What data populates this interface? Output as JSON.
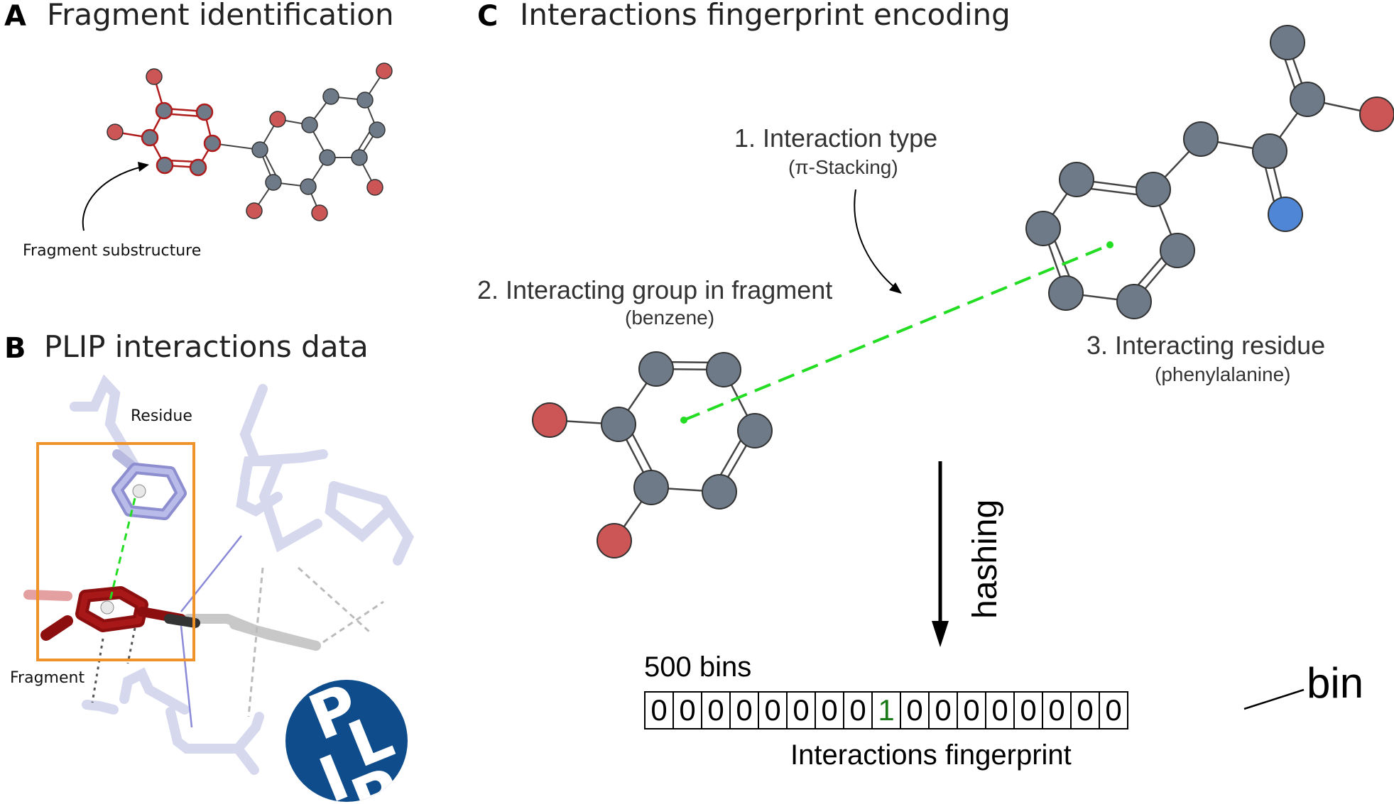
{
  "panels": {
    "a": {
      "letter": "A",
      "title": "Fragment identification",
      "annotation": "Fragment substructure"
    },
    "b": {
      "letter": "B",
      "title": "PLIP interactions data",
      "residue_label": "Residue",
      "fragment_label": "Fragment",
      "logo_text": "PLIP"
    },
    "c": {
      "letter": "C",
      "title": "Interactions fingerprint encoding",
      "interaction_type": "1. Interaction type",
      "interaction_type_sub": "(π-Stacking)",
      "group": "2. Interacting group in fragment",
      "group_sub": "(benzene)",
      "residue": "3. Interacting residue",
      "residue_sub": "(phenylalanine)",
      "hashing": "hashing",
      "bins_count": "500 bins",
      "bin_label": "bin",
      "fingerprint_label": "Interactions fingerprint",
      "fingerprint_bits": [
        "0",
        "0",
        "0",
        "0",
        "0",
        "0",
        "0",
        "0",
        "1",
        "0",
        "0",
        "0",
        "0",
        "0",
        "0",
        "0",
        "0"
      ]
    }
  },
  "colors": {
    "carbon": "#6e7a88",
    "oxygen": "#cc5555",
    "nitrogen": "#4f86d6",
    "fragment_red": "#b01c1c",
    "pi_stacking": "#22dd22",
    "highlight_box": "#f0922a",
    "residue_stick": "#d6d8ee",
    "plip_blue": "#0e4c8c"
  }
}
